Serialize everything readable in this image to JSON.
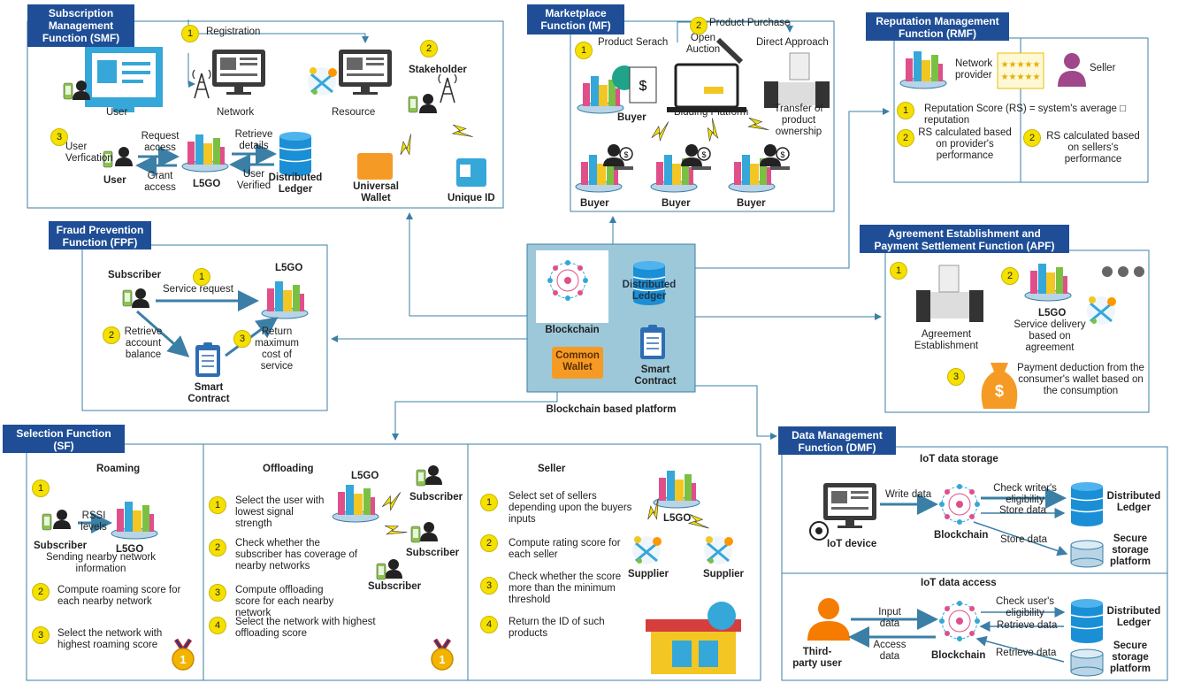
{
  "blockchain_platform": {
    "title": "Blockchain based platform",
    "blockchain": "Blockchain",
    "distributed_ledger": "Distributed Ledger",
    "common_wallet": "Common Wallet",
    "smart_contract": "Smart Contract"
  },
  "smf": {
    "title": "Subscription Management Function (SMF)",
    "step1": "1",
    "registration": "Registration",
    "step2": "2",
    "stakeholder": "Stakeholder",
    "user": "User",
    "network": "Network",
    "resource": "Resource",
    "step3": "3",
    "user_verification": "User Verfication",
    "request_access": "Request access",
    "retrieve_details": "Retrieve details",
    "grant_access": "Grant access",
    "user_verified": "User Verified",
    "user_bold": "User",
    "l5go": "L5GO",
    "distributed_ledger": "Distributed Ledger",
    "universal_wallet": "Universal Wallet",
    "unique_id": "Unique ID"
  },
  "mf": {
    "title": "Marketplace Function (MF)",
    "step1": "1",
    "product_search": "Product Serach",
    "step2": "2",
    "product_purchase": "Product Purchase",
    "open_auction": "Open Auction",
    "direct_approach": "Direct Approach",
    "buyer_top": "Buyer",
    "bidding_platform": "Bidding Platform",
    "transfer_ownership": "Transfer of product ownership",
    "buyer1": "Buyer",
    "buyer2": "Buyer",
    "buyer3": "Buyer"
  },
  "rmf": {
    "title": "Reputation Management Function (RMF)",
    "network_provider": "Network provider",
    "seller": "Seller",
    "step1": "1",
    "rs_formula": "Reputation Score (RS) = system's average □ reputation",
    "step2a": "2",
    "rs_provider": "RS calculated based on provider's performance",
    "step2b": "2",
    "rs_seller": "RS calculated based on sellers's performance"
  },
  "fpf": {
    "title": "Fraud Prevention Function (FPF)",
    "subscriber": "Subscriber",
    "l5go": "L5GO",
    "step1": "1",
    "service_request": "Service request",
    "step2": "2",
    "retrieve_balance": "Retrieve account balance",
    "step3": "3",
    "return_cost": "Return maximum cost of service",
    "smart_contract": "Smart Contract"
  },
  "apf": {
    "title": "Agreement Establishment and Payment Settlement Function (APF)",
    "step1": "1",
    "agreement_establishment": "Agreement Establishment",
    "step2": "2",
    "l5go": "L5GO",
    "service_delivery": "Service delivery based on agreement",
    "step3": "3",
    "payment_deduction": "Payment deduction from the consumer's wallet based on the consumption"
  },
  "sf": {
    "title": "Selection Function (SF)",
    "roaming": {
      "title": "Roaming",
      "step1": "1",
      "rssi": "RSSI levels",
      "subscriber": "Subscriber",
      "l5go": "L5GO",
      "sending": "Sending nearby network information",
      "step2": "2",
      "compute": "Compute roaming score for each nearby network",
      "step3": "3",
      "select": "Select the network with highest roaming score"
    },
    "offloading": {
      "title": "Offloading",
      "l5go": "L5GO",
      "subscriber1": "Subscriber",
      "subscriber2": "Subscriber",
      "subscriber3": "Subscriber",
      "step1": "1",
      "s1": "Select the user with lowest signal strength",
      "step2": "2",
      "s2": "Check whether the subscriber has coverage of nearby networks",
      "step3": "3",
      "s3": "Compute offloading score for each nearby network",
      "step4": "4",
      "s4": "Select the network with highest offloading score"
    },
    "seller": {
      "title": "Seller",
      "l5go": "L5GO",
      "supplier1": "Supplier",
      "supplier2": "Supplier",
      "step1": "1",
      "s1": "Select set of sellers depending upon the buyers inputs",
      "step2": "2",
      "s2": "Compute rating score for each seller",
      "step3": "3",
      "s3": "Check whether the score more than the minimum threshold",
      "step4": "4",
      "s4": "Return the ID of such products"
    }
  },
  "dmf": {
    "title": "Data Management Function (DMF)",
    "storage": {
      "title": "IoT data storage",
      "write_data": "Write data",
      "check_writer": "Check writer's eligibility",
      "store_data1": "Store data",
      "store_data2": "Store data",
      "iot_device": "IoT device",
      "blockchain": "Blockchain",
      "distributed_ledger": "Distributed Ledger",
      "secure_storage": "Secure storage platform"
    },
    "access": {
      "title": "IoT data access",
      "input_data": "Input data",
      "access_data": "Access data",
      "check_user": "Check user's eligibility",
      "retrieve1": "Retrieve data",
      "retrieve2": "Retrieve data",
      "third_party": "Third-party user",
      "blockchain": "Blockchain",
      "distributed_ledger": "Distributed Ledger",
      "secure_storage": "Secure storage platform"
    }
  },
  "colors": {
    "header": "#1f4e96",
    "box_border": "#3b7fa6",
    "arrow": "#3b7fa6",
    "badge": "#f5e000",
    "center_fill": "#9cc8da"
  }
}
